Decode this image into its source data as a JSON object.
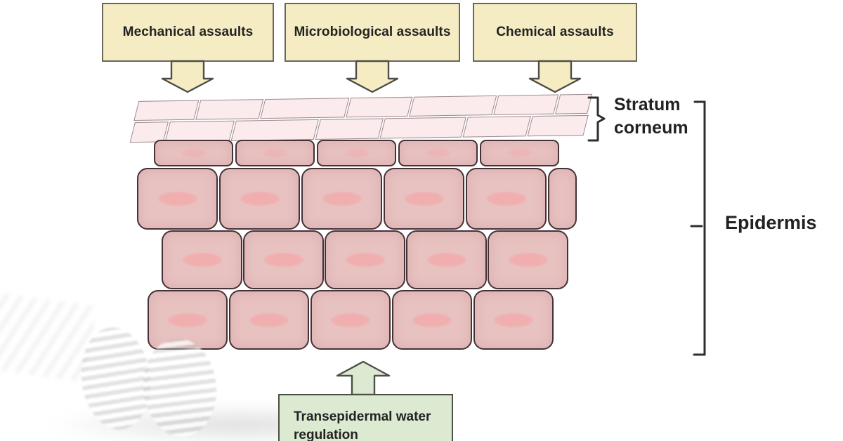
{
  "assaults": [
    {
      "label": "Mechanical assaults"
    },
    {
      "label": "Microbiological assaults"
    },
    {
      "label": "Chemical assaults"
    }
  ],
  "layer_labels": {
    "stratum_corneum": "Stratum corneum",
    "epidermis": "Epidermis"
  },
  "regulation": {
    "label": "Transepidermal water regulation"
  },
  "colors": {
    "assault_box_fill": "#f6ecc4",
    "assault_box_border": "#6a665a",
    "arrow_outline": "#4f4f47",
    "arrow_down_fill": "#f6ecc4",
    "arrow_up_fill": "#dcead2",
    "regulation_box_fill": "#dcead2",
    "regulation_box_border": "#4c5044",
    "corneocyte_fill": "#fbebec",
    "corneocyte_border": "#9b8a8e",
    "cell_fill": "#e8c1c1",
    "cell_border": "#443237",
    "nucleus_fill": "#f2adad",
    "label_text": "#222222",
    "bracket": "#2e2e2e"
  }
}
